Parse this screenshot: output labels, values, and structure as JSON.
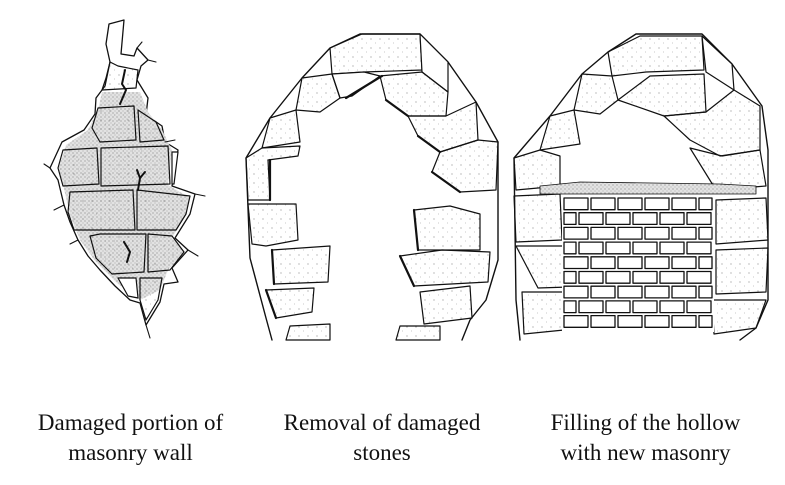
{
  "captions": [
    {
      "line1": "Damaged portion of",
      "line2": "masonry wall"
    },
    {
      "line1": "Removal of damaged",
      "line2": "stones"
    },
    {
      "line1": "Filling of the hollow",
      "line2": "with new masonry"
    }
  ],
  "colors": {
    "ink": "#111111",
    "paper": "#ffffff",
    "mortar": "#bdbdbd"
  }
}
